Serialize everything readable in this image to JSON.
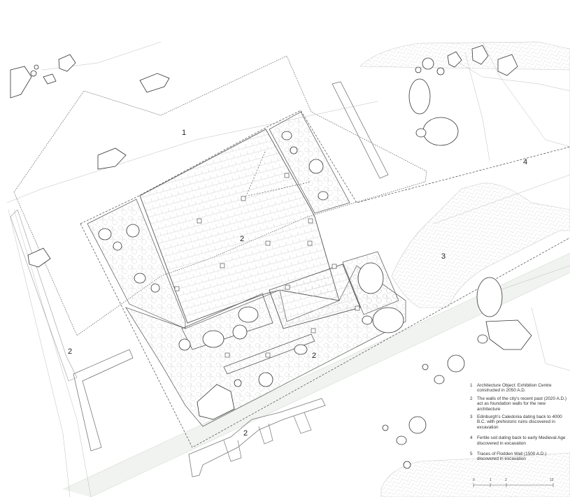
{
  "zones": [
    {
      "id": "z1",
      "label": "1"
    },
    {
      "id": "z2a",
      "label": "2"
    },
    {
      "id": "z2b",
      "label": "2"
    },
    {
      "id": "z2c",
      "label": "2"
    },
    {
      "id": "z2d",
      "label": "2"
    },
    {
      "id": "z3",
      "label": "3"
    },
    {
      "id": "z4",
      "label": "4"
    }
  ],
  "legend": [
    {
      "num": "1",
      "text": "Architecture Object: Exhibition Centre constructed in 2050 A.D."
    },
    {
      "num": "2",
      "text": "The walls of the city's recent past (2020 A.D.) act as foundation walls for the new architecture"
    },
    {
      "num": "3",
      "text": "Edinburgh's Caledonia dating back to 4000 B.C. with prehistoric ruins discovered in excavation"
    },
    {
      "num": "4",
      "text": "Fertile soil dating back to early Medieval Age discovered in excavation"
    },
    {
      "num": "5",
      "text": "Traces of Flodden Wall (1500 A.D.) discovered in excavation"
    }
  ],
  "scale": {
    "ticks": [
      "0",
      "1",
      "2",
      "10"
    ]
  }
}
